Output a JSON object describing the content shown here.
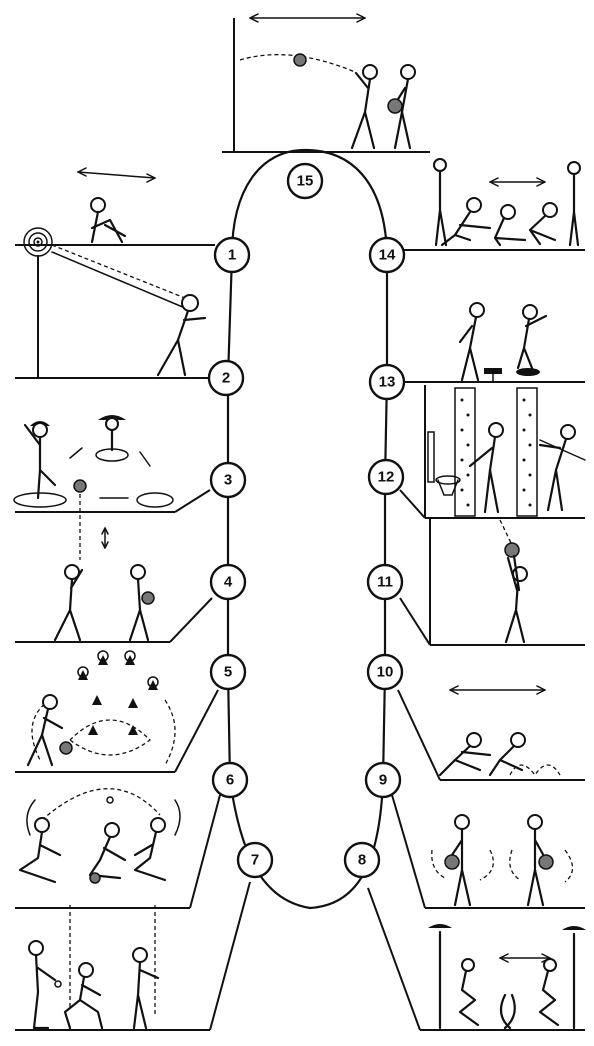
{
  "stations": [
    {
      "label": "1"
    },
    {
      "label": "2"
    },
    {
      "label": "3"
    },
    {
      "label": "4"
    },
    {
      "label": "5"
    },
    {
      "label": "6"
    },
    {
      "label": "7"
    },
    {
      "label": "8"
    },
    {
      "label": "9"
    },
    {
      "label": "10"
    },
    {
      "label": "11"
    },
    {
      "label": "12"
    },
    {
      "label": "13"
    },
    {
      "label": "14"
    },
    {
      "label": "15"
    }
  ],
  "colors": {
    "ink": "#111111",
    "background": "#ffffff"
  }
}
